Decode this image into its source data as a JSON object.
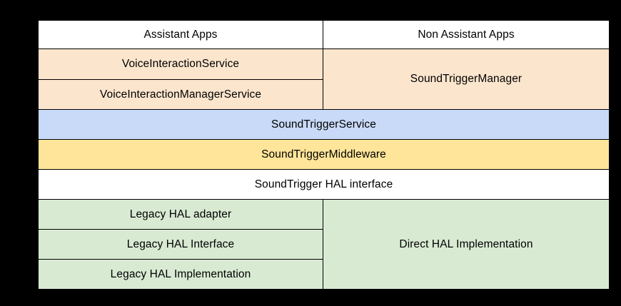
{
  "diagram": {
    "type": "layered-architecture-table",
    "title_visible": false,
    "background_color": "#000000",
    "border_color": "#000000",
    "columns": [
      {
        "id": "assistant",
        "label": "Assistant Apps"
      },
      {
        "id": "non_assistant",
        "label": "Non Assistant Apps"
      }
    ],
    "colors": {
      "white": "#ffffff",
      "peach": "#fce5cd",
      "blue": "#c9daf8",
      "yellow": "#ffe599",
      "green": "#d9ead3"
    },
    "rows": [
      {
        "id": "headers",
        "kind": "split",
        "left": {
          "label": "Assistant Apps",
          "color": "#ffffff"
        },
        "right": {
          "label": "Non Assistant Apps",
          "color": "#ffffff"
        }
      },
      {
        "id": "app-layer-1",
        "kind": "split",
        "left": {
          "label": "VoiceInteractionService",
          "color": "#fce5cd"
        },
        "right": {
          "label": "SoundTriggerManager",
          "color": "#fce5cd",
          "rowspan": 2
        }
      },
      {
        "id": "app-layer-2",
        "kind": "split",
        "left": {
          "label": "VoiceInteractionManagerService",
          "color": "#fce5cd"
        }
      },
      {
        "id": "sound-trigger-service",
        "kind": "full",
        "label": "SoundTriggerService",
        "color": "#c9daf8"
      },
      {
        "id": "sound-trigger-middleware",
        "kind": "full",
        "label": "SoundTriggerMiddleware",
        "color": "#ffe599"
      },
      {
        "id": "hal-interface",
        "kind": "full",
        "label": "SoundTrigger HAL interface",
        "color": "#ffffff"
      },
      {
        "id": "hal-impl-1",
        "kind": "split",
        "left": {
          "label": "Legacy HAL adapter",
          "color": "#d9ead3"
        },
        "right": {
          "label": "Direct HAL Implementation",
          "color": "#d9ead3",
          "rowspan": 3
        }
      },
      {
        "id": "hal-impl-2",
        "kind": "split",
        "left": {
          "label": "Legacy HAL Interface",
          "color": "#d9ead3"
        }
      },
      {
        "id": "hal-impl-3",
        "kind": "split",
        "left": {
          "label": "Legacy HAL Implementation",
          "color": "#d9ead3"
        }
      }
    ]
  }
}
